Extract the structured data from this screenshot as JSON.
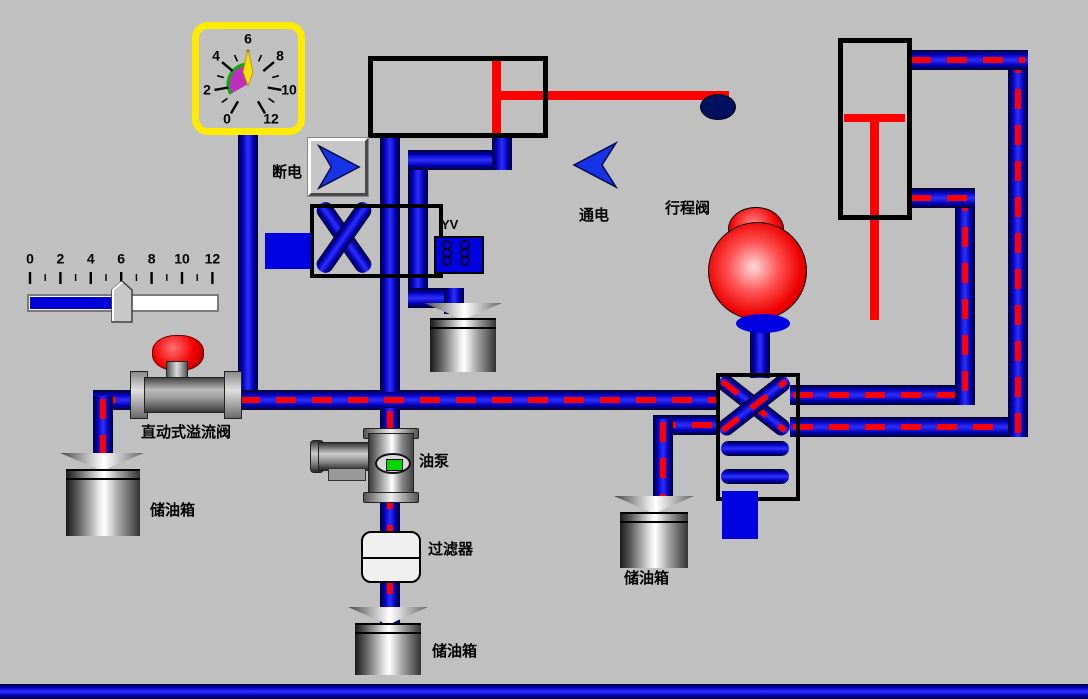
{
  "window": {
    "background_color": "#C0C0C0"
  },
  "gauge": {
    "labels": [
      "0",
      "2",
      "4",
      "6",
      "8",
      "10",
      "12"
    ],
    "indicated_value": 6,
    "frame_color": "#FFEB00",
    "sector_color": "#BE2FBE",
    "arc_color": "#00B400",
    "needle_color": "#F8E000"
  },
  "slider": {
    "labels": [
      "0",
      "2",
      "4",
      "6",
      "8",
      "10",
      "12"
    ],
    "value": 6,
    "fill_color": "#0000D8"
  },
  "power_button": {
    "label": "断电",
    "arrow_direction": "right"
  },
  "power_indicator": {
    "label": "通电",
    "arrow_direction": "left"
  },
  "valves": {
    "solenoid_tag": "YV",
    "travel_valve_label": "行程阀",
    "relief_valve_label": "直动式溢流阀"
  },
  "equipment": {
    "pump_label": "油泵",
    "filter_label": "过滤器",
    "tank_left_label": "储油箱",
    "tank_bottom_label": "储油箱",
    "tank_right_label": "储油箱"
  },
  "colors": {
    "pipe_blue": "#0000CC",
    "flow_dash_red": "#FF0000",
    "piston_red": "#FF0000",
    "sphere_red": "#EE0000",
    "solenoid_blue": "#0000E0"
  }
}
